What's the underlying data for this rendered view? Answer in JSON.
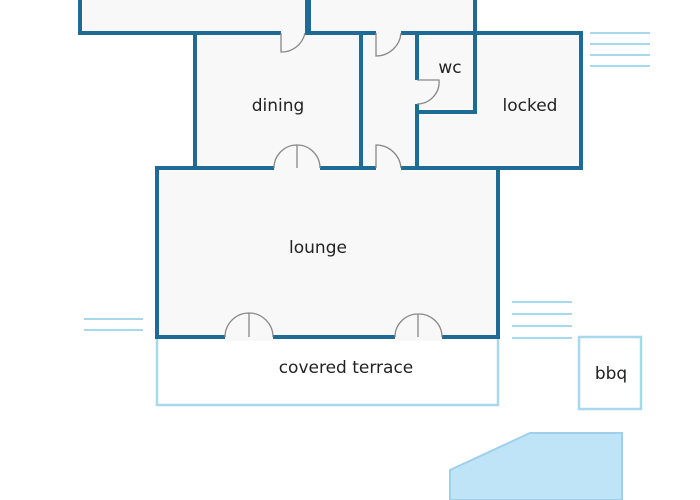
{
  "colors": {
    "wall": "#1e6b96",
    "floor": "#f8f8f8",
    "door": "#888888",
    "outdoor": "#a8d8ec",
    "pool_fill": "#bfe4f7",
    "pool_stroke": "#9fd0ea",
    "label": "#222222"
  },
  "rooms": {
    "dining": "dining",
    "wc": "wc",
    "locked": "locked",
    "lounge": "lounge",
    "terrace": "covered terrace",
    "bbq": "bbq"
  }
}
